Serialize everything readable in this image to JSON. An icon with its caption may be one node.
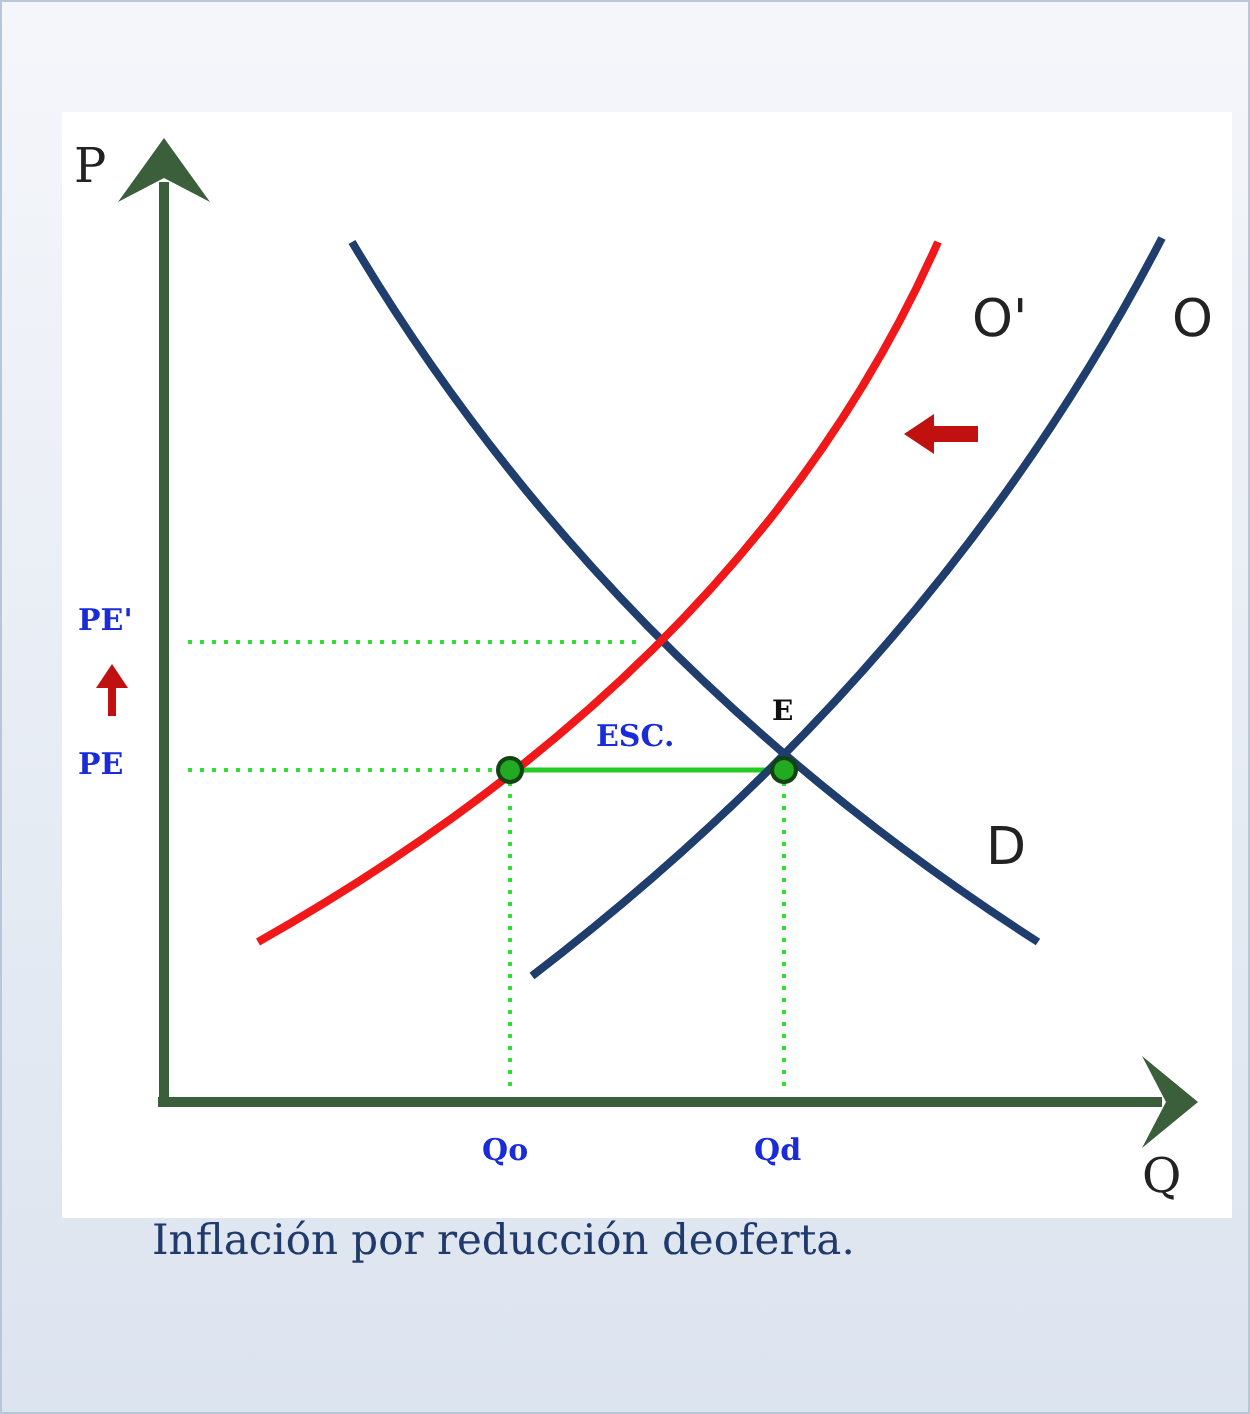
{
  "diagram": {
    "caption": "Inflación por reducción deoferta.",
    "labels": [
      "P",
      "O'",
      "O",
      "PE'",
      "E",
      "PE",
      "ESC.",
      "D",
      "Qo",
      "Qd",
      "Q"
    ]
  }
}
